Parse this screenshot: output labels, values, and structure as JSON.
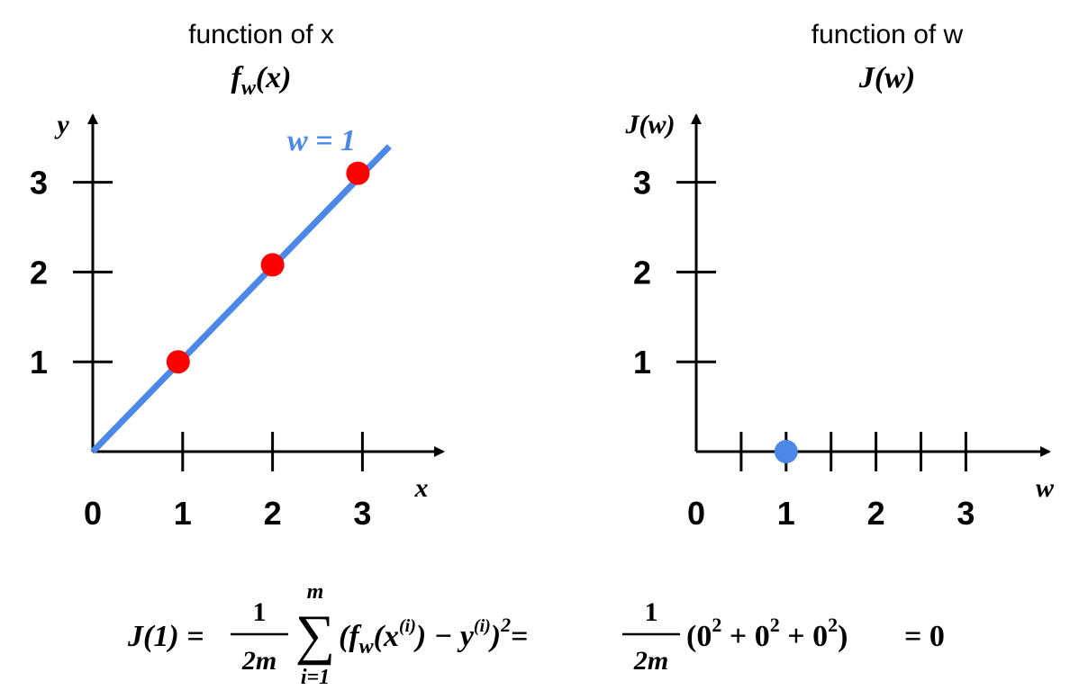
{
  "chart_data": [
    {
      "type": "line",
      "title": "function of x",
      "title_var": "x",
      "subtitle": "f_w(x)",
      "subtitle_main": "f",
      "subtitle_sub": "w",
      "subtitle_arg": "(x)",
      "xlabel": "x",
      "ylabel": "y",
      "origin_label": "0",
      "xticks": [
        "1",
        "2",
        "3"
      ],
      "yticks": [
        "1",
        "2",
        "3"
      ],
      "xlim": [
        0,
        3.9
      ],
      "ylim": [
        0,
        3.75
      ],
      "series": [
        {
          "name": "w = 1",
          "color": "#4b88e8",
          "x": [
            0,
            3.3
          ],
          "y": [
            0,
            3.4
          ]
        }
      ],
      "points": {
        "color": "#ff0000",
        "x": [
          0.95,
          2.0,
          2.95
        ],
        "y": [
          1.0,
          2.08,
          3.1
        ]
      },
      "grid": false
    },
    {
      "type": "scatter",
      "title": "function of w",
      "title_var": "w",
      "subtitle": "J(w)",
      "subtitle_main": "J(",
      "subtitle_arg": "w",
      "subtitle_close": ")",
      "xlabel": "w",
      "ylabel": "J(w)",
      "origin_label": "0",
      "xticks": [
        "1",
        "2",
        "3"
      ],
      "xtick_positions": [
        0.5,
        1,
        1.5,
        2,
        2.5,
        3
      ],
      "yticks": [
        "1",
        "2",
        "3"
      ],
      "xlim": [
        0,
        3.9
      ],
      "ylim": [
        0,
        3.75
      ],
      "points": {
        "color": "#4b88e8",
        "x": [
          1
        ],
        "y": [
          0
        ]
      },
      "grid": false
    }
  ],
  "formula": {
    "lhs": "J(1) =",
    "frac1_num": "1",
    "frac1_den": "2m",
    "sum_top": "m",
    "sum_symbol": "∑",
    "sum_bottom": "i=1",
    "term_open": "(f",
    "term_sub": "w",
    "term_x": "(x",
    "term_x_sup": "(i)",
    "term_mid": ") − y",
    "term_y_sup": "(i)",
    "term_close": ")",
    "term_sq": "2",
    "eq2": "=",
    "frac2_num": "1",
    "frac2_den": "2m",
    "paren_content": "(0",
    "sq1": "2",
    "plus1": " + 0",
    "sq2": "2",
    "plus2": " + 0",
    "sq3": "2",
    "paren_close": ")",
    "result": "= 0"
  }
}
